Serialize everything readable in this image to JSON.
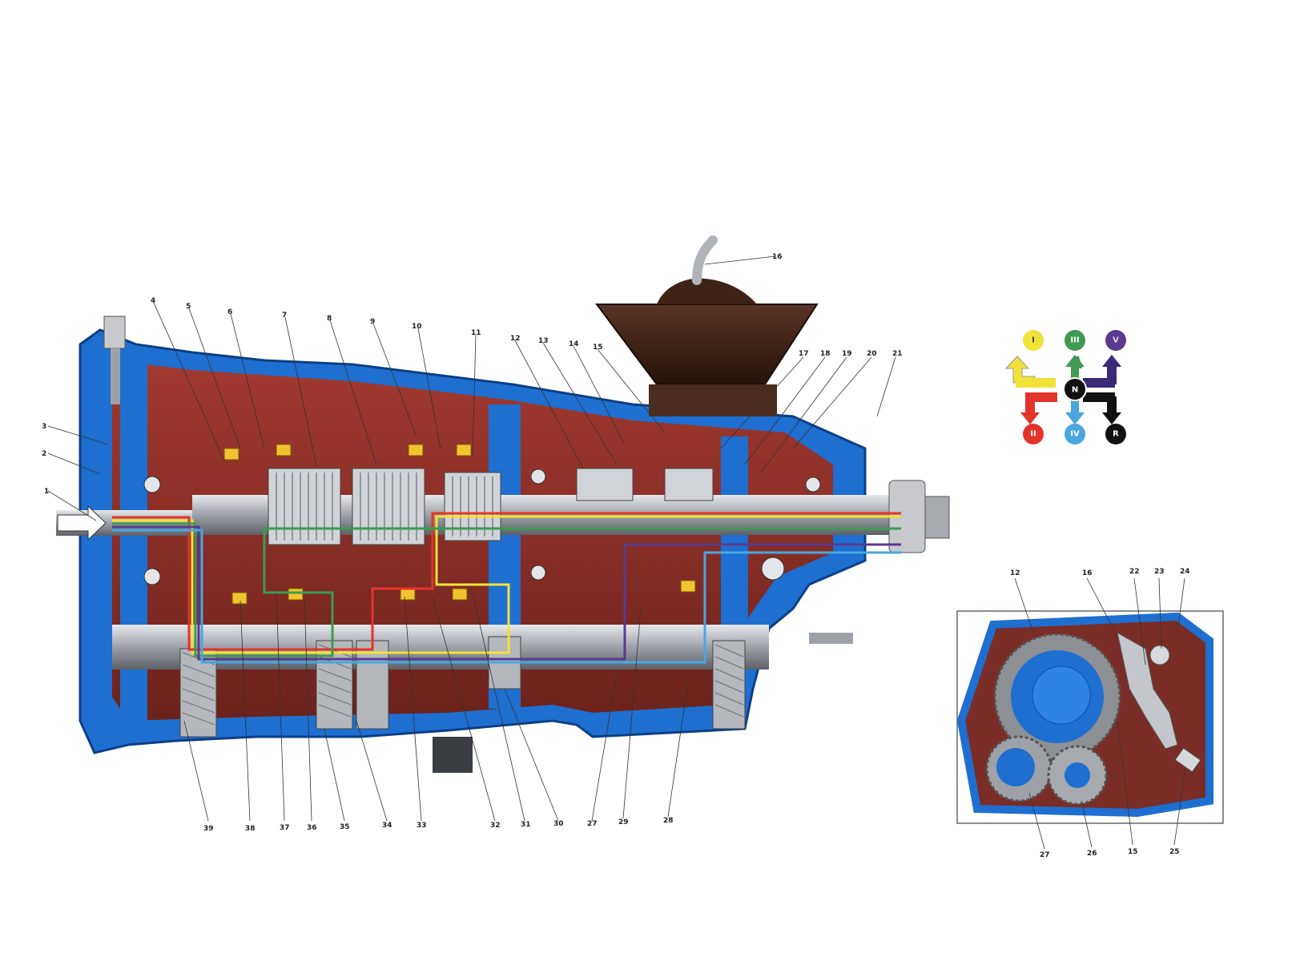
{
  "main_view": {
    "top_callouts": [
      "1",
      "2",
      "3",
      "4",
      "5",
      "6",
      "7",
      "8",
      "9",
      "10",
      "11",
      "12",
      "13",
      "14",
      "15",
      "16",
      "17",
      "18",
      "19",
      "20",
      "21"
    ],
    "bottom_callouts": [
      "39",
      "38",
      "37",
      "36",
      "35",
      "34",
      "33",
      "32",
      "31",
      "30",
      "27",
      "29",
      "28"
    ]
  },
  "shift_pattern": {
    "neutral": "N",
    "gears": [
      {
        "label": "I",
        "color": "#f1e23a"
      },
      {
        "label": "III",
        "color": "#3f9a52"
      },
      {
        "label": "V",
        "color": "#5a3a8f"
      },
      {
        "label": "II",
        "color": "#e2342a"
      },
      {
        "label": "IV",
        "color": "#4aa6e0"
      },
      {
        "label": "R",
        "color": "#111111"
      }
    ]
  },
  "inset": {
    "top_callouts": [
      "12",
      "16",
      "22",
      "23",
      "24"
    ],
    "bottom_callouts": [
      "27",
      "26",
      "15",
      "25"
    ]
  },
  "colors": {
    "housing_blue": "#1e6fd0",
    "interior_red": "#8a2f28",
    "shaft_steel": "#b9bcc2",
    "bell_dark": "#3a2218"
  }
}
